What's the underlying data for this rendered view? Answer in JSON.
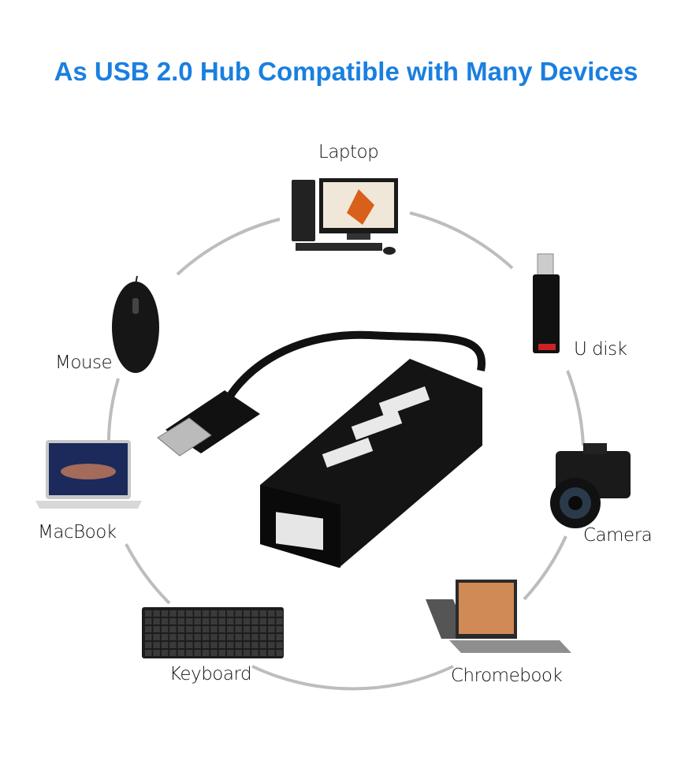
{
  "title": "As USB 2.0 Hub Compatible with Many Devices",
  "accent_color": "#1a7fe0",
  "devices": [
    {
      "label": "Laptop",
      "icon": "desktop-computer-icon"
    },
    {
      "label": "U disk",
      "icon": "usb-flash-drive-icon"
    },
    {
      "label": "Camera",
      "icon": "camera-icon"
    },
    {
      "label": "Chromebook",
      "icon": "chromebook-icon"
    },
    {
      "label": "Keyboard",
      "icon": "keyboard-icon"
    },
    {
      "label": "MacBook",
      "icon": "macbook-icon"
    },
    {
      "label": "Mouse",
      "icon": "mouse-icon"
    }
  ]
}
